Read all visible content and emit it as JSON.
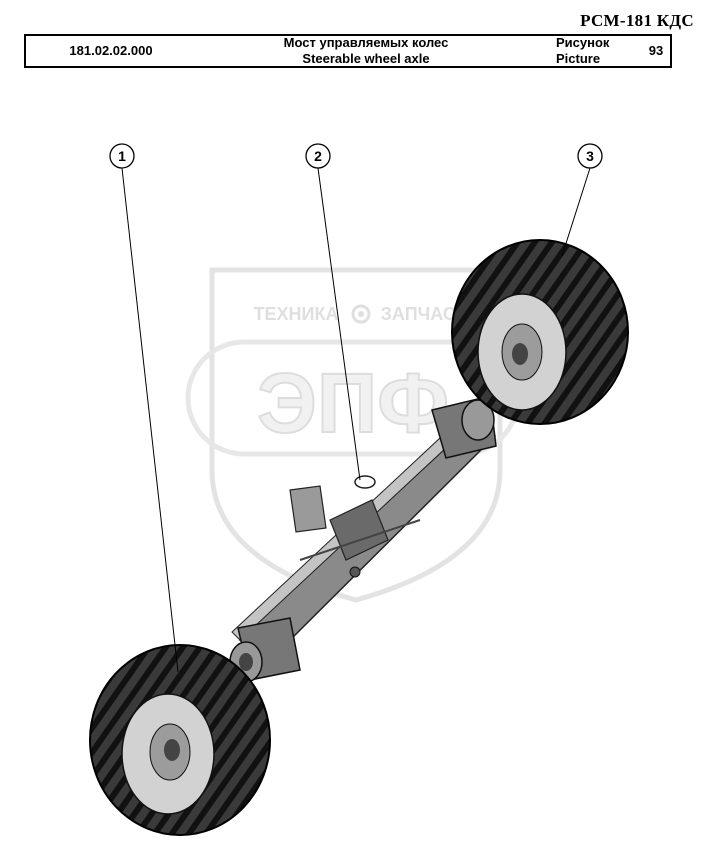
{
  "header": {
    "model": "РСМ-181 КДС",
    "part_code": "181.02.02.000",
    "title_ru": "Мост управляемых колес",
    "title_en": "Steerable wheel axle",
    "picture_label_ru": "Рисунок",
    "picture_label_en": "Picture",
    "picture_number": "93"
  },
  "watermark": {
    "top_left": "ТЕХНИКА",
    "top_right": "ЗАПЧАСТИ",
    "logo": "ЭПФ"
  },
  "callouts": [
    {
      "number": "1",
      "target": "left wheel"
    },
    {
      "number": "2",
      "target": "axle beam"
    },
    {
      "number": "3",
      "target": "right wheel"
    }
  ],
  "icons": {
    "watermark_gear": "gear-icon"
  }
}
